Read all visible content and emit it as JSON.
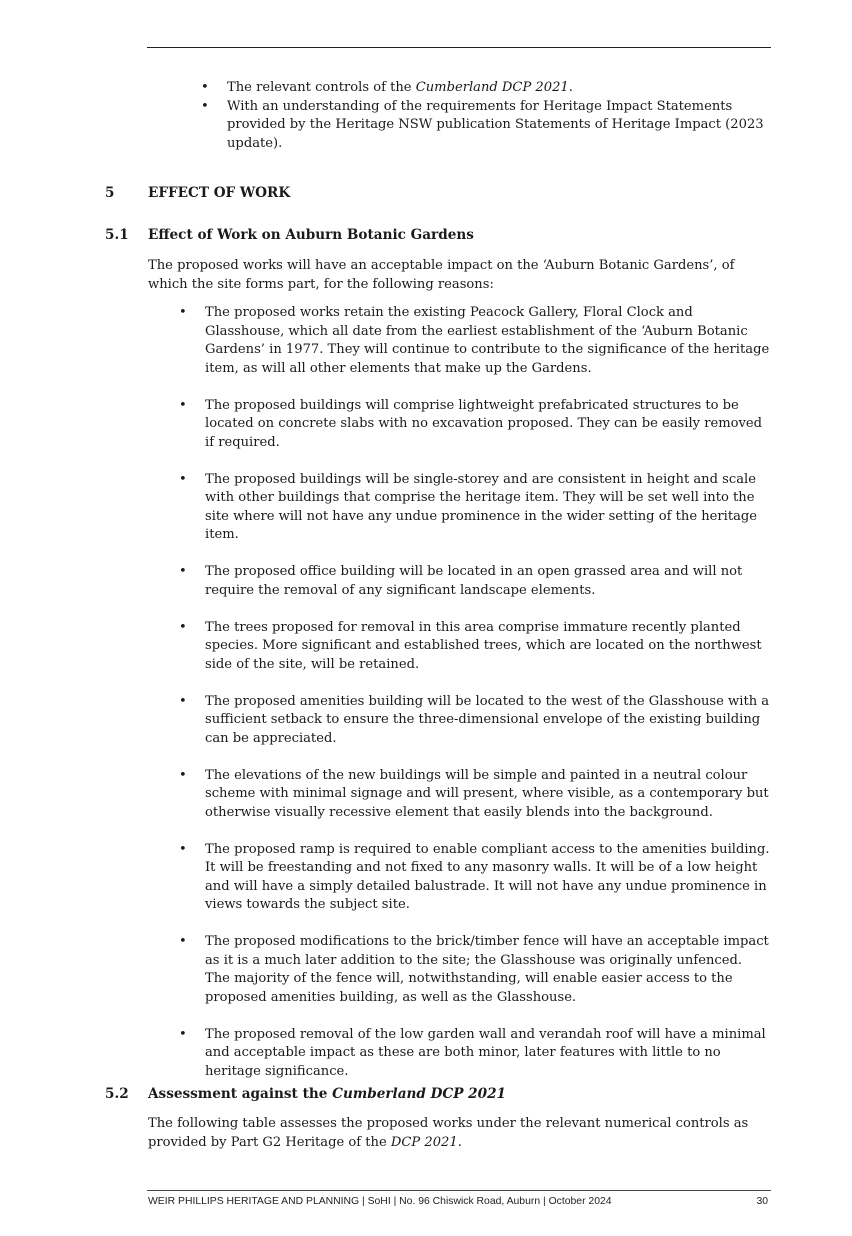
{
  "intro_bullets": [
    {
      "pre": "The relevant controls of the ",
      "em": "Cumberland DCP 2021",
      "post": "."
    },
    {
      "text": "With an understanding of the requirements for Heritage Impact Statements provided by the Heritage NSW publication Statements of Heritage Impact (2023 update)."
    }
  ],
  "section5": {
    "number": "5",
    "title": "EFFECT OF WORK"
  },
  "section5_1": {
    "number": "5.1",
    "title": "Effect of Work on Auburn Botanic Gardens",
    "intro": "The proposed works will have an acceptable impact on the ‘Auburn Botanic Gardens’, of which the site forms part, for the following reasons:",
    "bullets": [
      "The proposed works retain the existing Peacock Gallery, Floral Clock and Glasshouse, which all date from the earliest establishment of the ‘Auburn Botanic Gardens’ in 1977. They will continue to contribute to the significance of the heritage item, as will all other elements that make up the Gardens.",
      "The proposed buildings will comprise lightweight prefabricated structures to be located on concrete slabs with no excavation proposed. They can be easily removed if required.",
      "The proposed buildings will be single-storey and are consistent in height and scale with other buildings that comprise the heritage item. They will be set well into the site where will not have any undue prominence in the wider setting of the heritage item.",
      "The proposed office building will be located in an open grassed area and will not require the removal of any significant landscape elements.",
      "The trees proposed for removal in this area comprise immature recently planted species. More significant and established trees, which are located on the northwest side of the site, will be retained.",
      "The proposed amenities building will be located to the west of the Glasshouse with a sufficient setback to ensure the three-dimensional envelope of the existing building can be appreciated.",
      "The elevations of the new buildings will be simple and painted in a neutral colour scheme with minimal signage and will present, where visible, as a contemporary but otherwise visually recessive element that easily blends into the background.",
      "The proposed ramp is required to enable compliant access to the amenities building. It will be freestanding and not fixed to any masonry walls. It will be of a low height and will have a simply detailed balustrade. It will not have any undue prominence in views towards the subject site.",
      "The proposed modifications to the brick/timber fence will have an acceptable impact as it is a much later addition to the site; the Glasshouse was originally unfenced. The majority of the fence will, notwithstanding, will enable easier access to the proposed amenities building, as well as the Glasshouse.",
      "The proposed removal of the low garden wall and verandah roof will have a minimal and acceptable impact as these are both minor, later features with little to no heritage significance."
    ]
  },
  "section5_2": {
    "number": "5.2",
    "title_pre": "Assessment against the ",
    "title_em": "Cumberland DCP 2021",
    "text_pre": "The following table assesses the proposed works under the relevant numerical controls as provided by Part G2 Heritage of the ",
    "text_em": "DCP 2021",
    "text_post": "."
  },
  "bullet_char": "•",
  "footer": {
    "text": "WEIR PHILLIPS HERITAGE AND PLANNING | SoHI | No. 96 Chiswick Road, Auburn | October 2024",
    "page": "30"
  }
}
